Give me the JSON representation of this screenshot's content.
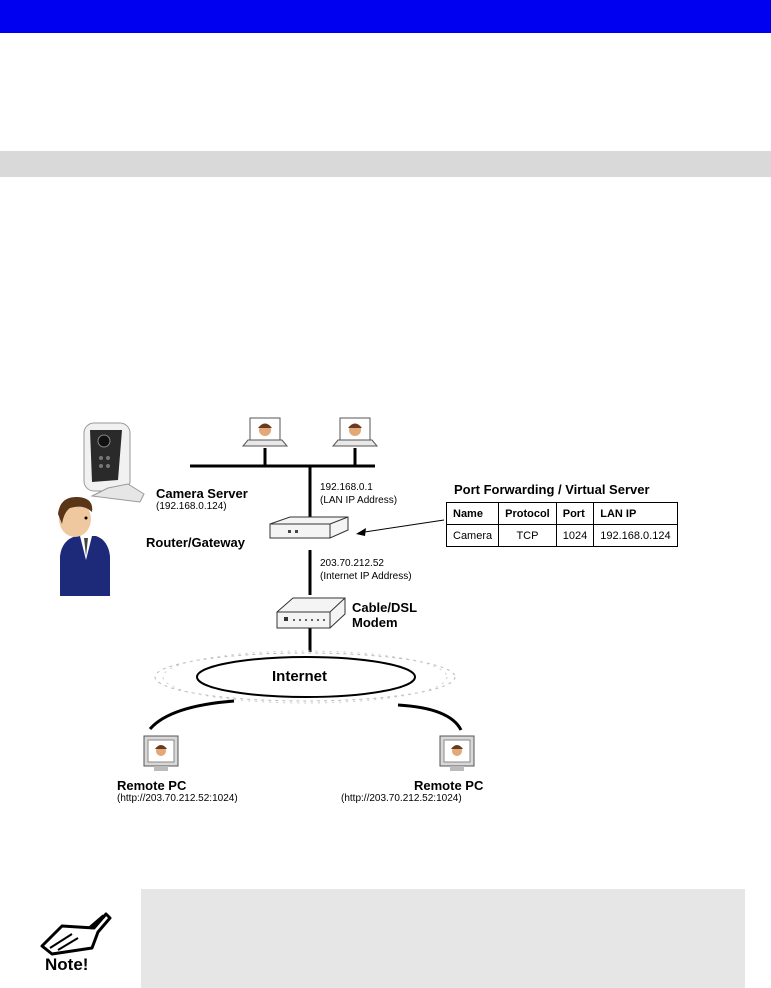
{
  "diagram": {
    "camera_server": {
      "title": "Camera Server",
      "ip": "(192.168.0.124)"
    },
    "router": {
      "title": "Router/Gateway"
    },
    "lan_ip": {
      "ip": "192.168.0.1",
      "note": "(LAN IP Address)"
    },
    "internet_ip": {
      "ip": "203.70.212.52",
      "note": "(Internet IP Address)"
    },
    "modem": {
      "line1": "Cable/DSL",
      "line2": "Modem"
    },
    "internet": {
      "label": "Internet"
    },
    "remote_pc_left": {
      "title": "Remote PC",
      "url": "(http://203.70.212.52:1024)"
    },
    "remote_pc_right": {
      "title": "Remote PC",
      "url": "(http://203.70.212.52:1024)"
    },
    "port_forwarding": {
      "title": "Port Forwarding / Virtual Server",
      "headers": [
        "Name",
        "Protocol",
        "Port",
        "LAN IP"
      ],
      "row": [
        "Camera",
        "TCP",
        "1024",
        "192.168.0.124"
      ]
    }
  },
  "note": {
    "label": "Note!"
  }
}
